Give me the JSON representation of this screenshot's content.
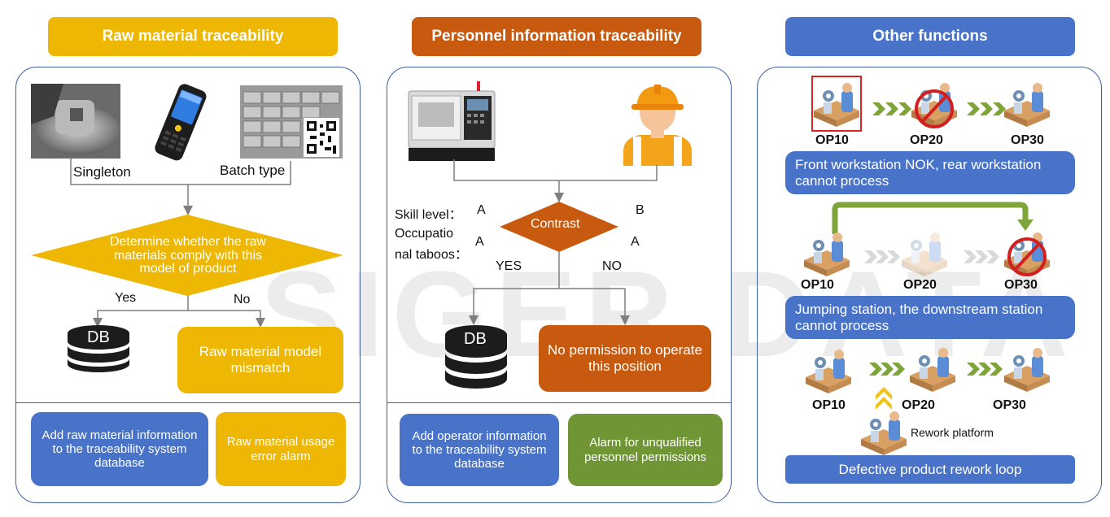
{
  "watermark": "SIGER DATA",
  "colors": {
    "yellow": "#eeb703",
    "orange": "#c85a10",
    "blue": "#4873c9",
    "green": "#6f9535",
    "arrow_green": "#7ea43a",
    "border": "#3f5f9f"
  },
  "raw": {
    "header": "Raw material traceability",
    "singleton": "Singleton",
    "batch": "Batch type",
    "decision": "Determine whether the raw materials comply with this model of product",
    "yes": "Yes",
    "no": "No",
    "db": "DB",
    "mismatch": "Raw material model mismatch",
    "add_info": "Add raw material information to the traceability system database",
    "alarm": "Raw material usage error alarm"
  },
  "personnel": {
    "header": "Personnel information traceability",
    "skill_label": "Skill level：",
    "skill_a": "A",
    "skill_b": "B",
    "taboo_label": "Occupational taboos：",
    "taboo_line1": "Occupatio",
    "taboo_line2": "nal taboos：",
    "taboo_a": "A",
    "taboo_b": "A",
    "contrast": "Contrast",
    "yes": "YES",
    "no": "NO",
    "db": "DB",
    "no_permission": "No permission to operate this position",
    "add_info": "Add operator information to the traceability system database",
    "alarm": "Alarm for unqualified personnel permissions"
  },
  "other": {
    "header": "Other functions",
    "row1": {
      "op1": "OP10",
      "op2": "OP20",
      "op3": "OP30",
      "caption": "Front workstation NOK, rear workstation cannot process"
    },
    "row2": {
      "op1": "OP10",
      "op2": "OP20",
      "op3": "OP30",
      "caption": "Jumping station, the downstream station cannot process"
    },
    "row3": {
      "op1": "OP10",
      "op2": "OP20",
      "op3": "OP30",
      "rework": "Rework platform",
      "caption": "Defective product rework loop"
    }
  }
}
